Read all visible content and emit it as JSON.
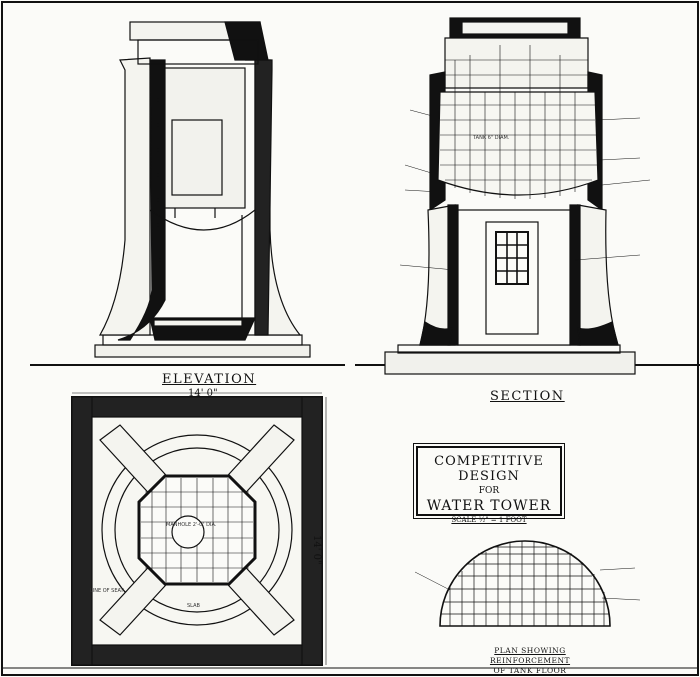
{
  "drawing": {
    "views": {
      "elevation_label": "ELEVATION",
      "section_label": "SECTION"
    },
    "dimensions": {
      "top": "14' 0\"",
      "side": "14' 0\""
    },
    "title_block": {
      "line1": "COMPETITIVE DESIGN",
      "line2": "FOR",
      "line3": "WATER TOWER",
      "scale": "SCALE ½\" = 1 FOOT"
    },
    "plan_caption": {
      "line1": "PLAN SHOWING REINFORCEMENT",
      "line2": "OF TANK FLOOR"
    },
    "notes": {
      "tank_center": "TANK 6\" DIAM.",
      "manhole": "MANHOLE 2'-0\" DIA.",
      "line_of_seat": "LINE OF SEAT",
      "slab": "SLAB"
    }
  }
}
